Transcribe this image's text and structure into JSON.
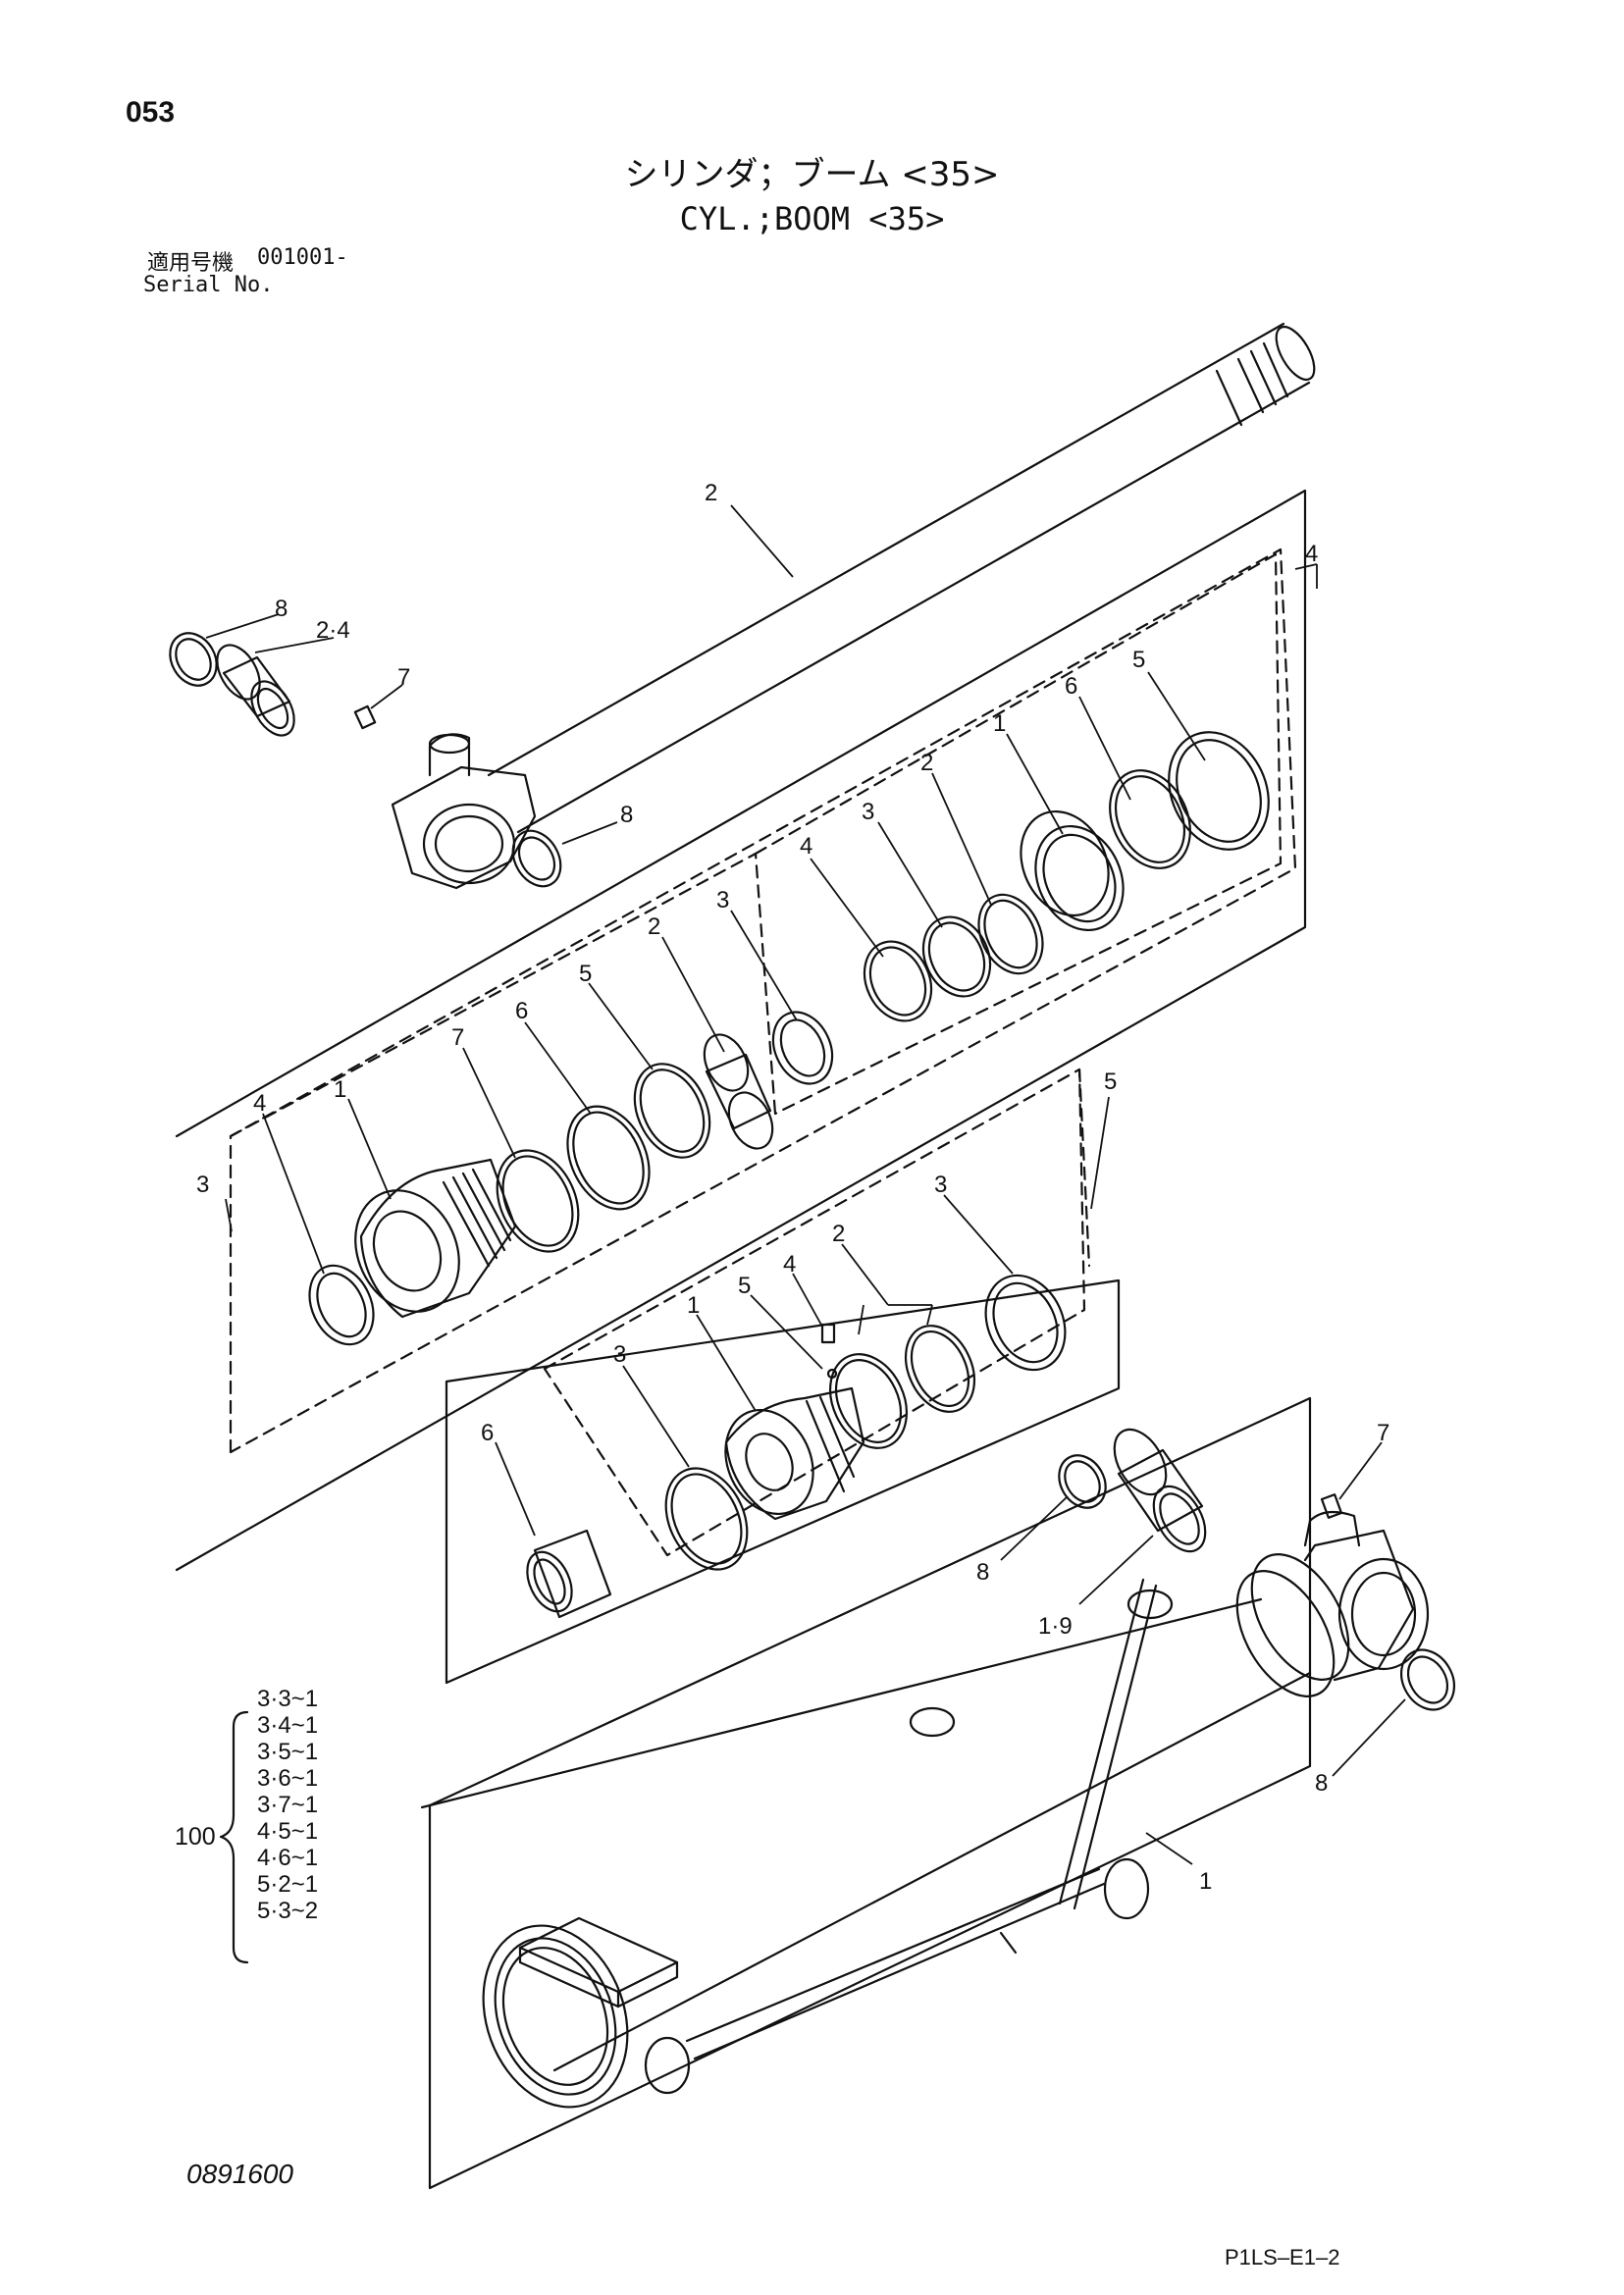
{
  "page_number": "053",
  "title_jp": "シリンダ；ブーム <35>",
  "title_en": "CYL.;BOOM <35>",
  "serial": {
    "label_jp": "適用号機",
    "label_en": "Serial No.",
    "value": "001001-"
  },
  "callouts": {
    "top_rod": "2",
    "group_4": "4",
    "bushing_left": "2·4",
    "ring_left": "8",
    "grease_top": "7",
    "ring_top_right": "8",
    "g4_item5": "5",
    "g4_item6": "6",
    "g4_item1": "1",
    "g4_item2": "2",
    "g4_item3": "3",
    "g4_item4": "4",
    "g3_label": "3",
    "g3_item4": "4",
    "g3_item1": "1",
    "g3_item7": "7",
    "g3_item6": "6",
    "g3_item5": "5",
    "g3_item2": "2",
    "g3_item3": "3",
    "group_5": "5",
    "g5_item3a": "3",
    "g5_item1": "1",
    "g5_item5": "5",
    "g5_item4": "4",
    "g5_item2": "2",
    "g5_item3b": "3",
    "item6": "6",
    "ring_bottom": "8",
    "bushing_bottom": "1·9",
    "grease_bottom": "7",
    "ring_bottom_right": "8",
    "tube": "1"
  },
  "kit": {
    "label": "100",
    "items": [
      "3·3~1",
      "3·4~1",
      "3·5~1",
      "3·6~1",
      "3·7~1",
      "4·5~1",
      "4·6~1",
      "5·2~1",
      "5·3~2"
    ]
  },
  "drawing_number": "0891600",
  "page_code": "P1LS–E1–2"
}
